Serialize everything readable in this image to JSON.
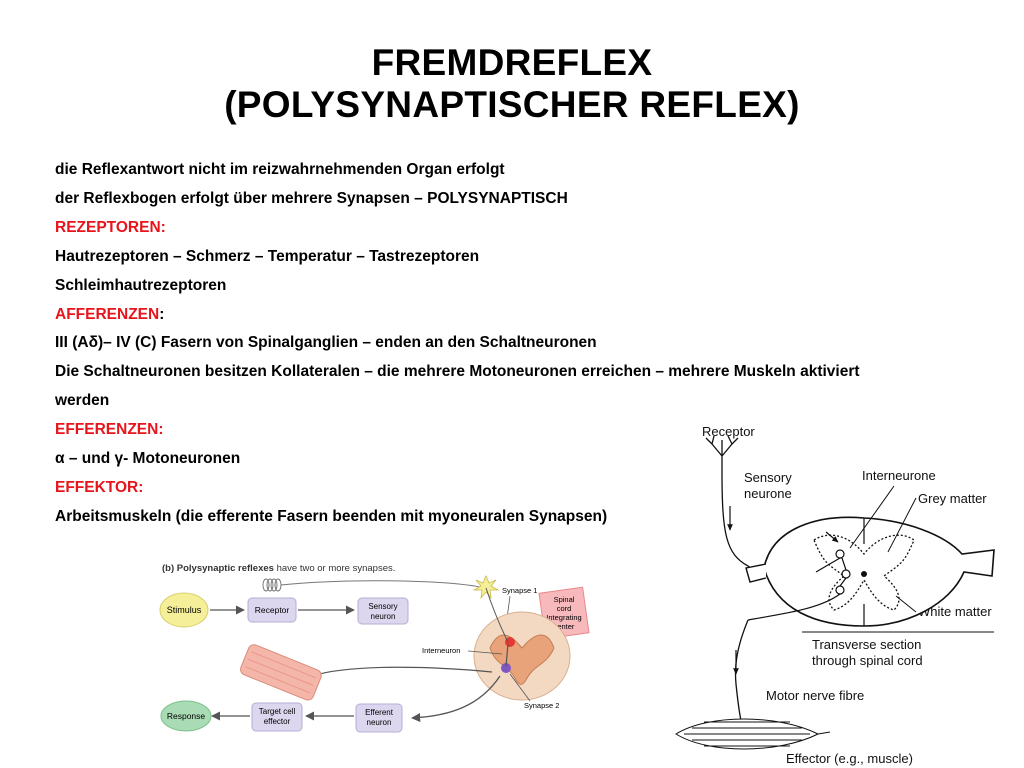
{
  "title": {
    "line1": "FREMDREFLEX",
    "line2": "(POLYSYNAPTISCHER REFLEX)"
  },
  "body_lines": [
    {
      "text": "die Reflexantwort nicht im reizwahrnehmenden Organ erfolgt",
      "type": "normal"
    },
    {
      "text": "der Reflexbogen erfolgt über mehrere Synapsen – POLYSYNAPTISCH",
      "type": "normal"
    },
    {
      "text": "REZEPTOREN:",
      "type": "head"
    },
    {
      "text": "Hautrezeptoren – Schmerz – Temperatur – Tastrezeptoren",
      "type": "normal"
    },
    {
      "text": "Schleimhautrezeptoren",
      "type": "normal"
    },
    {
      "text": "AFFERENZEN",
      "type": "head",
      "suffix": ":"
    },
    {
      "text": "III (Aδ)– IV (C) Fasern von Spinalganglien – enden an den Schaltneuronen",
      "type": "normal"
    },
    {
      "text": "Die Schaltneuronen besitzen Kollateralen – die mehrere Motoneuronen erreichen – mehrere Muskeln aktiviert",
      "type": "normal"
    },
    {
      "text": "werden",
      "type": "normal"
    },
    {
      "text": "EFFERENZEN:",
      "type": "head"
    },
    {
      "text": "α – und γ- Motoneuronen",
      "type": "normal"
    },
    {
      "text": "EFFEKTOR:",
      "type": "head"
    },
    {
      "text": "Arbeitsmuskeln (die efferente Fasern beenden mit myoneuralen Synapsen)",
      "type": "normal"
    }
  ],
  "diagram_a": {
    "caption_bold": "(b) Polysynaptic reflexes",
    "caption_rest": " have two or more synapses.",
    "stimulus": "Stimulus",
    "receptor": "Receptor",
    "sensory_neuron_1": "Sensory",
    "sensory_neuron_2": "neuron",
    "synapse1": "Synapse 1",
    "spinal_1": "Spinal",
    "spinal_2": "cord",
    "spinal_3": "Integrating",
    "spinal_4": "center",
    "interneuron": "Interneuron",
    "synapse2": "Synapse 2",
    "response": "Response",
    "target_1": "Target cell",
    "target_2": "effector",
    "efferent_1": "Efferent",
    "efferent_2": "neuron"
  },
  "diagram_b": {
    "receptor": "Receptor",
    "sensory_1": "Sensory",
    "sensory_2": "neurone",
    "interneurone": "Interneurone",
    "grey_matter": "Grey matter",
    "white_matter": "White matter",
    "transverse_1": "Transverse section",
    "transverse_2": "through spinal cord",
    "motor_fibre": "Motor nerve fibre",
    "effector": "Effector (e.g., muscle)"
  },
  "colors": {
    "heading_red": "#e8141b",
    "box_yellow": "#f6ef9a",
    "box_lavender": "#dcd6ee",
    "box_pink": "#f7b9bb",
    "box_green": "#a9dcb4",
    "spinal_orange": "#e8a37a"
  }
}
